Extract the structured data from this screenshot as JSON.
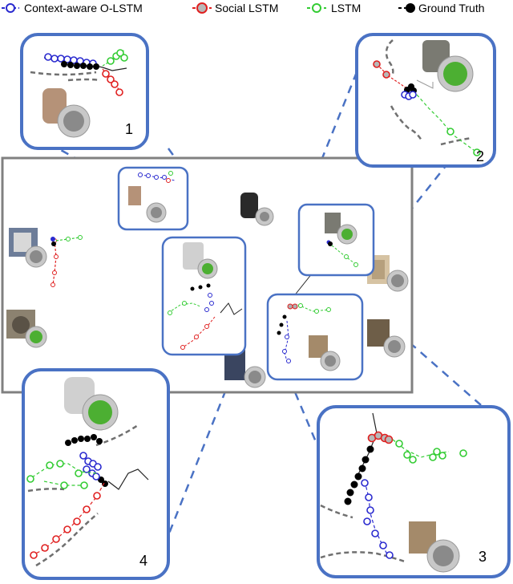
{
  "legend": [
    {
      "label": "Context-aware O-LSTM",
      "color": "#2a2acf",
      "marker": "open-circle"
    },
    {
      "label": "Social LSTM",
      "color": "#e02020",
      "marker": "gray-circle"
    },
    {
      "label": "LSTM",
      "color": "#33cc33",
      "marker": "open-circle"
    },
    {
      "label": "Ground Truth",
      "color": "#000000",
      "marker": "filled-circle"
    }
  ],
  "panels": [
    {
      "number": "1"
    },
    {
      "number": "2"
    },
    {
      "number": "3"
    },
    {
      "number": "4"
    }
  ],
  "colors": {
    "frame": "#4a72c4",
    "scene_border": "#808080",
    "wall": "#707070",
    "target_outer": "#c8c8c8",
    "target_inner": "#8a8a8a",
    "target_active": "#4caf32"
  },
  "icons": [
    "statue-icon",
    "painting-icon",
    "target-marker-icon"
  ]
}
